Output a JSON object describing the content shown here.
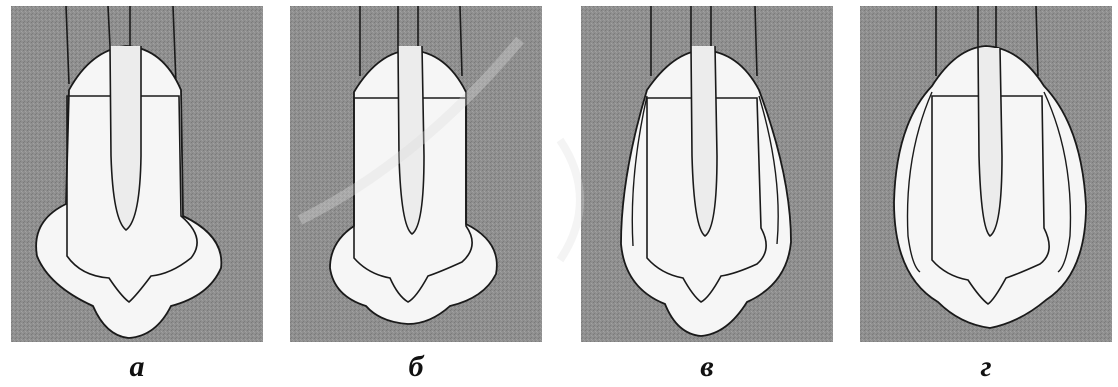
{
  "figure": {
    "captions": [
      "а",
      "б",
      "в",
      "г"
    ],
    "colors": {
      "background_texture": "#8e8e8e",
      "crown_outer": "#f6f6f6",
      "crown_inner": "#e9e9e9",
      "outline": "#1a1a1a"
    },
    "icons": [
      "tooth-crown-diagram-a",
      "tooth-crown-diagram-b",
      "tooth-crown-diagram-c",
      "tooth-crown-diagram-d"
    ]
  }
}
